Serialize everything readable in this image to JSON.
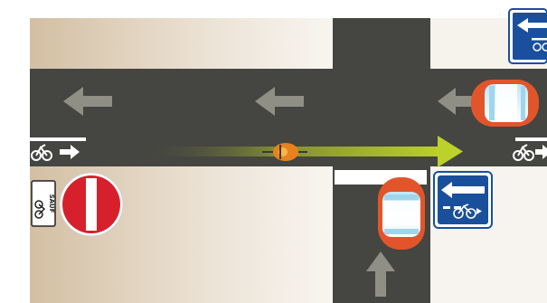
{
  "scene": {
    "type": "contraflow-cycle-lane-intersection",
    "road_color": "#454541",
    "sidewalk_color": "#e3d6c4",
    "car_color": "#e2552b",
    "cyclist_color": "#e8821f",
    "sign_blue": "#1a4f9c",
    "no_entry_red": "#d6202c",
    "cycle_path_gradient": [
      "#454541",
      "#b8c92a"
    ],
    "icons": [
      "arrow-left-icon",
      "bicycle-icon",
      "no-entry-sign",
      "one-way-contraflow-sign",
      "car-icon",
      "cyclist-icon"
    ]
  },
  "exemption_plate": {
    "text": "SAUF"
  }
}
